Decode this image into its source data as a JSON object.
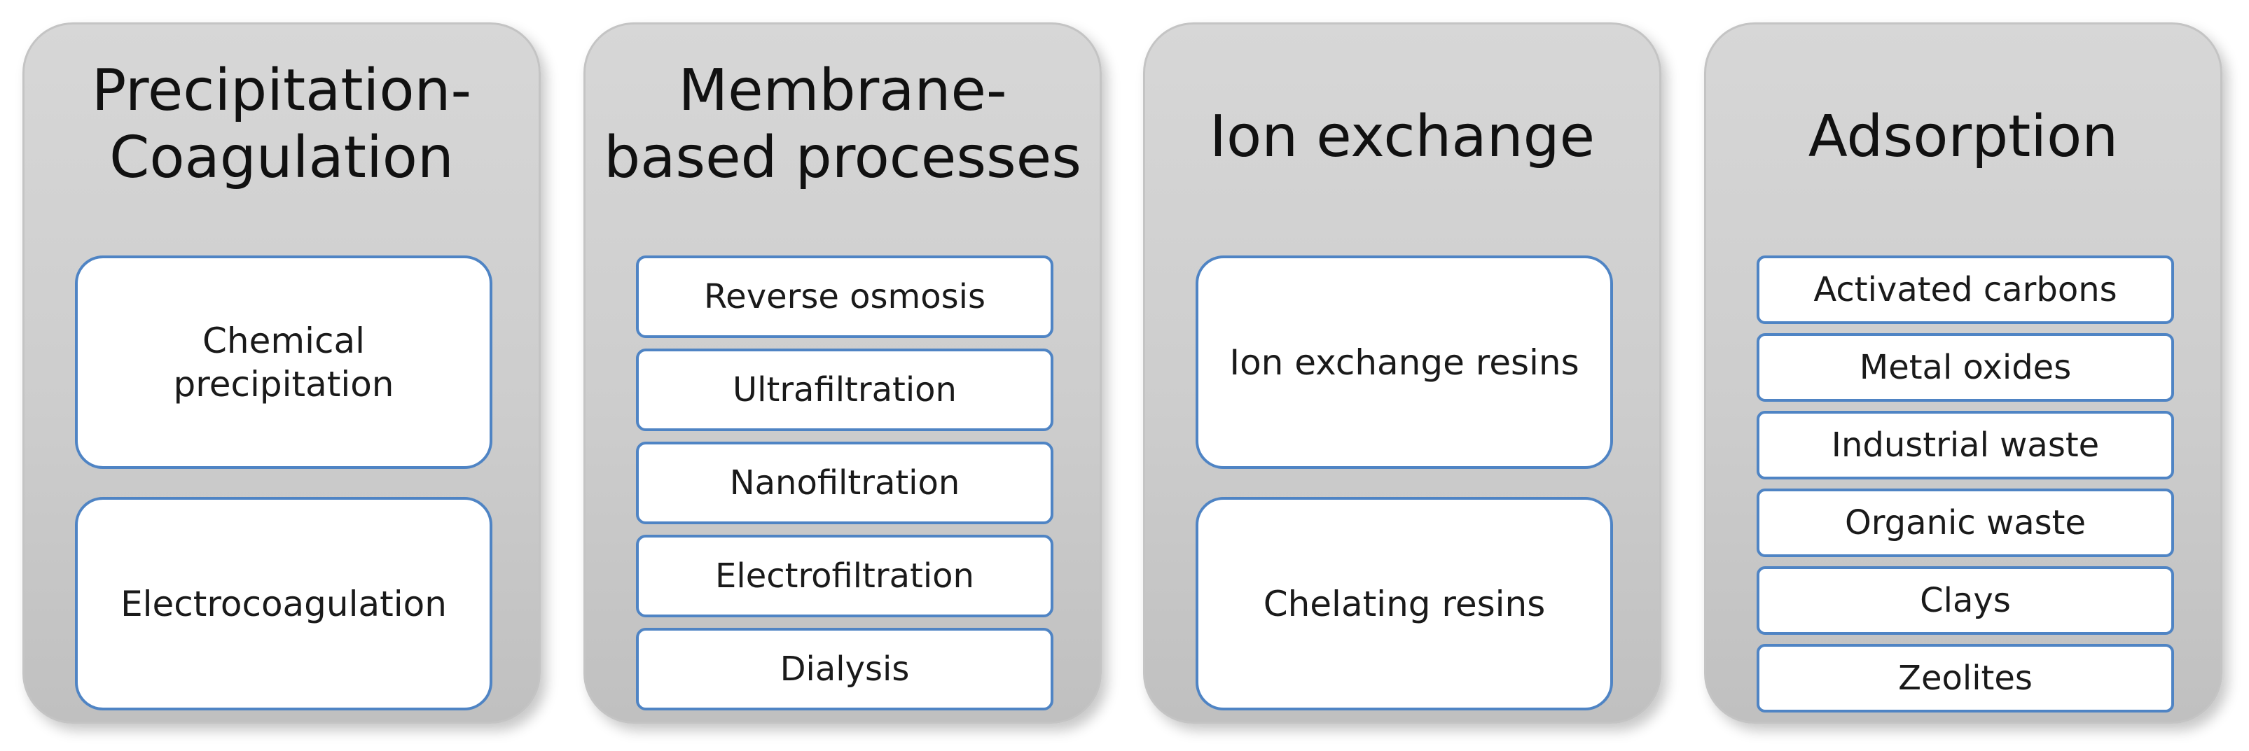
{
  "columns": [
    {
      "title": "Precipitation-\nCoagulation",
      "items": [
        "Chemical\nprecipitation",
        "Electrocoagulation"
      ]
    },
    {
      "title": "Membrane-\nbased processes",
      "items": [
        "Reverse osmosis",
        "Ultrafiltration",
        "Nanofiltration",
        "Electrofiltration",
        "Dialysis"
      ]
    },
    {
      "title": "Ion exchange",
      "items": [
        "Ion exchange resins",
        "Chelating resins"
      ]
    },
    {
      "title": "Adsorption",
      "items": [
        "Activated carbons",
        "Metal oxides",
        "Industrial waste",
        "Organic waste",
        "Clays",
        "Zeolites"
      ]
    }
  ],
  "colors": {
    "column_fill": "#cdcdcd",
    "item_border": "#4f84c4",
    "item_fill": "#ffffff"
  }
}
